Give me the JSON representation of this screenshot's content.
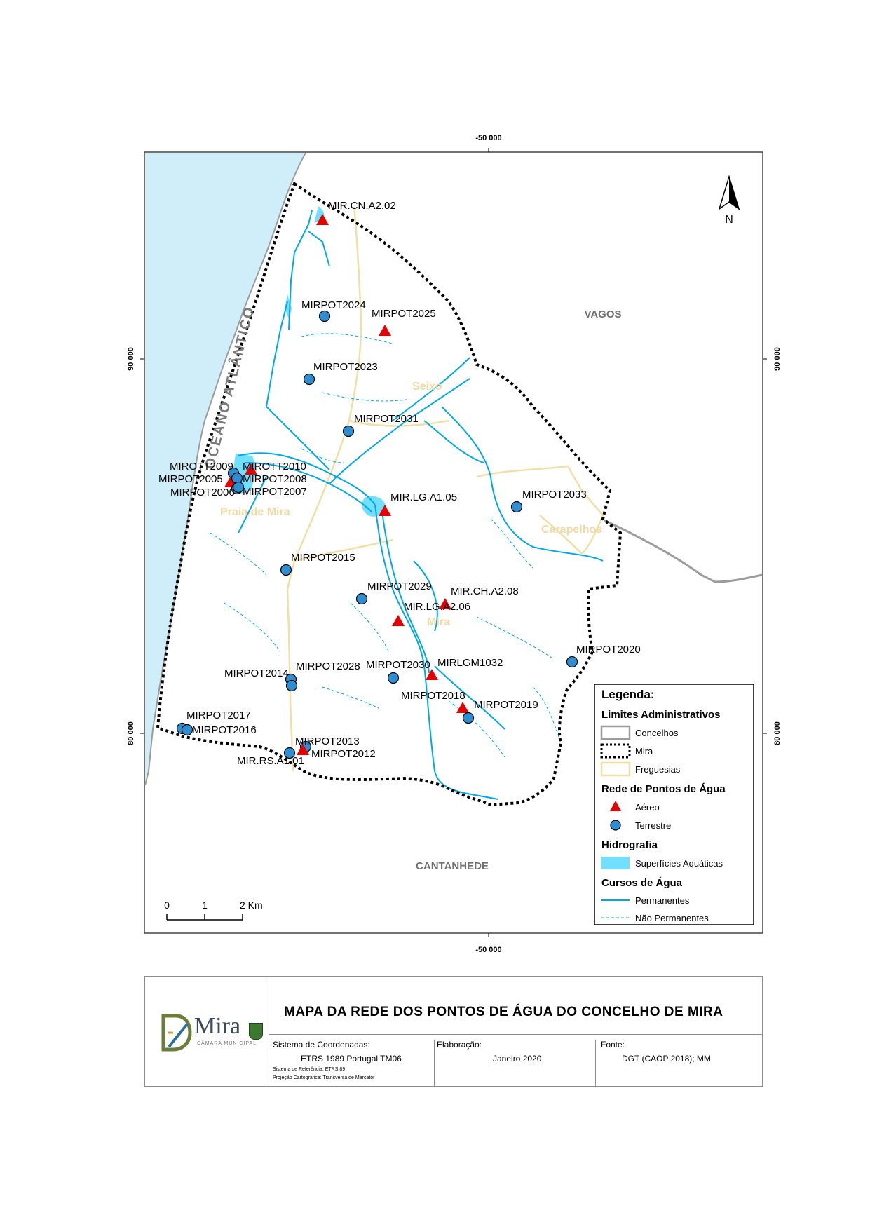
{
  "map": {
    "grid": {
      "x_label": "-50 000",
      "y_top": "90 000",
      "y_bottom": "80 000"
    },
    "regions": {
      "north": "VAGOS",
      "south": "CANTANHEDE",
      "ocean": "OCEANO ATLÂNTICO"
    },
    "freguesias": [
      "Seixo",
      "Praia de Mira",
      "Carapelhos",
      "Mira"
    ],
    "north_arrow": "N",
    "scale_bar": {
      "labels": [
        "0",
        "1",
        "2 Km"
      ]
    },
    "points": [
      {
        "name": "MIR.CN.A2.02",
        "type": "aereo"
      },
      {
        "name": "MIRPOT2024",
        "type": "terrestre"
      },
      {
        "name": "MIRPOT2025",
        "type": "aereo"
      },
      {
        "name": "MIRPOT2023",
        "type": "terrestre"
      },
      {
        "name": "MIRPOT2031",
        "type": "terrestre"
      },
      {
        "name": "MIROTT2009",
        "type": "terrestre"
      },
      {
        "name": "MIROTT2010",
        "type": "aereo"
      },
      {
        "name": "MIRPOT2005",
        "type": "aereo"
      },
      {
        "name": "MIRPOT2008",
        "type": "terrestre"
      },
      {
        "name": "MIRPOT2006",
        "type": "terrestre"
      },
      {
        "name": "MIRPOT2007",
        "type": "terrestre"
      },
      {
        "name": "MIR.LG.A1.05",
        "type": "aereo"
      },
      {
        "name": "MIRPOT2033",
        "type": "terrestre"
      },
      {
        "name": "MIRPOT2015",
        "type": "terrestre"
      },
      {
        "name": "MIRPOT2029",
        "type": "terrestre"
      },
      {
        "name": "MIR.CH.A2.08",
        "type": "aereo"
      },
      {
        "name": "MIR.LG.A2.06",
        "type": "aereo"
      },
      {
        "name": "MIRPOT2020",
        "type": "terrestre"
      },
      {
        "name": "MIRPOT2014",
        "type": "terrestre"
      },
      {
        "name": "MIRPOT2028",
        "type": "terrestre"
      },
      {
        "name": "MIRPOT2030",
        "type": "terrestre"
      },
      {
        "name": "MIRLGM1032",
        "type": "aereo"
      },
      {
        "name": "MIRPOT2018",
        "type": "aereo"
      },
      {
        "name": "MIRPOT2019",
        "type": "terrestre"
      },
      {
        "name": "MIRPOT2017",
        "type": "terrestre"
      },
      {
        "name": "MIRPOT2016",
        "type": "terrestre"
      },
      {
        "name": "MIRPOT2013",
        "type": "terrestre"
      },
      {
        "name": "MIR.RS.A1.01",
        "type": "aereo"
      },
      {
        "name": "MIRPOT2012",
        "type": "terrestre"
      }
    ]
  },
  "legend": {
    "title": "Legenda:",
    "limites": "Limites Administrativos",
    "concelhos": "Concelhos",
    "mira": "Mira",
    "freguesias": "Freguesias",
    "rede": "Rede de Pontos de Água",
    "aereo": "Aéreo",
    "terrestre": "Terrestre",
    "hidrografia": "Hidrografia",
    "superficies": "Superfícies Aquáticas",
    "cursos": "Cursos de Água",
    "permanentes": "Permanentes",
    "nao_permanentes": "Não Permanentes"
  },
  "colors": {
    "water": "#73dfff",
    "stream": "#00a9e6",
    "aereo": "#e60000",
    "terrestre": "#2d8ed1",
    "freguesia": "#f2dfa8",
    "concelho": "#9c9c9c"
  },
  "title_block": {
    "logo_text": "Mira",
    "logo_sub": "CÂMARA MUNICIPAL",
    "title": "MAPA DA REDE DOS PONTOS DE ÁGUA DO CONCELHO DE MIRA",
    "coord_head": "Sistema de Coordenadas:",
    "coord_val": "ETRS 1989 Portugal TM06",
    "coord_ref": "Sistema de Referência: ETRS 89",
    "coord_proj": "Projeção Cartográfica: Transversa de Mercator",
    "elab_head": "Elaboração:",
    "elab_val": "Janeiro 2020",
    "fonte_head": "Fonte:",
    "fonte_val": "DGT (CAOP 2018); MM"
  }
}
